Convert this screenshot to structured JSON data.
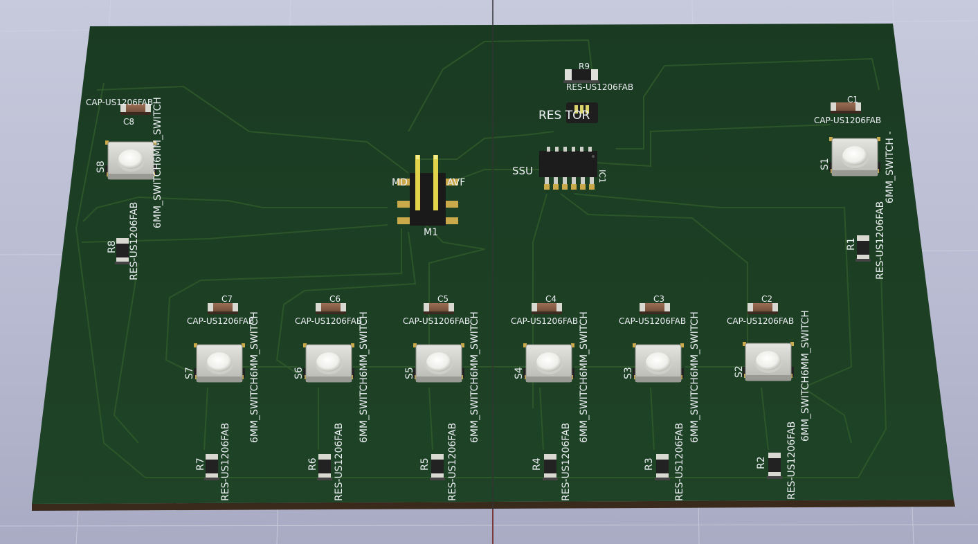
{
  "labels": {
    "s8_ref": "S8",
    "s8_value": "6MM_SWITCH6MM_SWITCH",
    "c8_ref": "C8",
    "c8_value": "CAP-US1206FAB",
    "r8_ref": "R8",
    "r8_value": "RES-US1206FAB",
    "m1_ref": "M1",
    "m1_left": "MD",
    "m1_right": "AVF",
    "r9_ref": "R9",
    "r9_value": "RES-US1206FAB",
    "res_resonator": "RES TOR",
    "ic_ref": "IC1",
    "ic_value": "SSU",
    "s1_ref": "S1",
    "s1_value": "6MM_SWITCH -",
    "c1_ref": "C1",
    "c1_value": "CAP-US1206FAB",
    "r1_ref": "R1",
    "r1_value": "RES-US1206FAB",
    "s7_ref": "S7",
    "s6_ref": "S6",
    "s5_ref": "S5",
    "s4_ref": "S4",
    "s3_ref": "S3",
    "s2_ref": "S2",
    "c7_ref": "C7",
    "c6_ref": "C6",
    "c5_ref": "C5",
    "c4_ref": "C4",
    "c3_ref": "C3",
    "c2_ref": "C2",
    "r7_ref": "R7",
    "r6_ref": "R6",
    "r5_ref": "R5",
    "r4_ref": "R4",
    "r3_ref": "R3",
    "r2_ref": "R2",
    "sw_value": "6MM_SWITCH6MM_SWITCH",
    "cap_value": "CAP-US1206FAB",
    "res_value": "RES-US1206FAB"
  }
}
